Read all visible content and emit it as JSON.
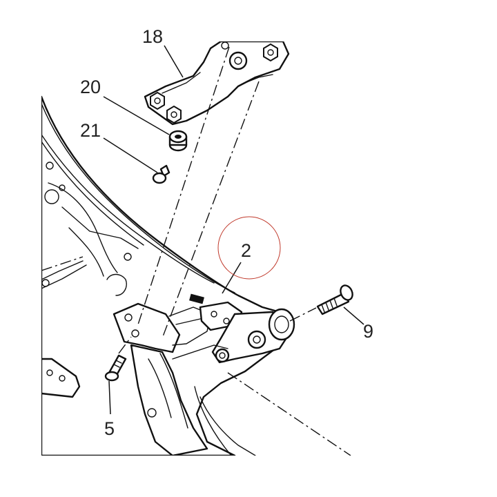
{
  "callouts": {
    "c18": "18",
    "c20": "20",
    "c21": "21",
    "c2": "2",
    "c9": "9",
    "c5": "5"
  },
  "colors": {
    "line": "#111111",
    "label": "#222222",
    "highlight": "#c0392b",
    "background": "#ffffff"
  }
}
